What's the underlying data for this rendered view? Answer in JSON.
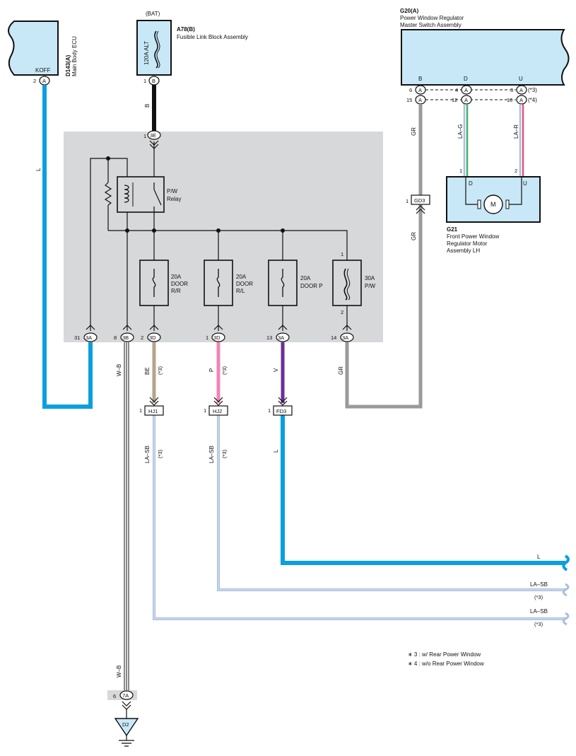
{
  "components": {
    "ecu": {
      "code": "D143(A)",
      "name": "Main Body ECU",
      "terminal": "KOFF",
      "pin": "2",
      "conn": "A"
    },
    "fusible_link": {
      "top_label": "(BAT)",
      "code": "A78(B)",
      "name": "Fusible Link Block Assembly",
      "fuse": "120A ALT",
      "pin": "1",
      "conn": "B"
    },
    "master_switch": {
      "code": "G20(A)",
      "name_line1": "Power Window Regulator",
      "name_line2": "Master Switch Assembly",
      "terminals": [
        "B",
        "D",
        "U"
      ],
      "row1": {
        "b_pin": "6",
        "d_pin": "4",
        "u_pin": "3",
        "note": "(*3)"
      },
      "row2": {
        "b_pin": "15",
        "d_pin": "12",
        "u_pin": "10",
        "note": "(*4)"
      },
      "conn": "A"
    },
    "motor": {
      "code": "G21",
      "name_line1": "Front Power Window",
      "name_line2": "Regulator Motor",
      "name_line3": "Assembly LH",
      "pin_d": "1",
      "pin_u": "2",
      "term_d": "D",
      "term_u": "U",
      "symbol": "M"
    },
    "relay": {
      "line1": "P/W",
      "line2": "Relay"
    },
    "fuses": [
      {
        "amps": "20A",
        "l2": "DOOR",
        "l3": "R/R"
      },
      {
        "amps": "20A",
        "l2": "DOOR",
        "l3": "R/L"
      },
      {
        "amps": "20A",
        "l2": "DOOR P",
        "l3": ""
      },
      {
        "amps": "30A",
        "l2": "P/W",
        "l3": "",
        "pin_top": "1",
        "pin_bottom": "2"
      }
    ],
    "ground": {
      "code": "D2"
    }
  },
  "junction_box": {
    "top_pin": "1",
    "top_conn": "3E",
    "bottom": [
      {
        "pin": "31",
        "conn": "3A"
      },
      {
        "pin": "8",
        "conn": "3B"
      },
      {
        "pin": "2",
        "conn": "3D"
      },
      {
        "pin": "1",
        "conn": "3D"
      },
      {
        "pin": "13",
        "conn": "3A"
      },
      {
        "pin": "14",
        "conn": "3A"
      }
    ]
  },
  "connectors": {
    "gd3": {
      "pin": "1",
      "name": "GD3"
    },
    "hj1": {
      "pin": "1",
      "name": "HJ1"
    },
    "hj2": {
      "pin": "1",
      "name": "HJ2"
    },
    "fd3": {
      "pin": "1",
      "name": "FD3"
    },
    "c7a": {
      "pin": "6",
      "name": "7A"
    }
  },
  "wires": {
    "ecu": "L",
    "fuse_link": "B",
    "gr_top": "GR",
    "gr_mid": "GR",
    "gr_bottom": "GR",
    "la_g": "LA–G",
    "la_r": "LA–R",
    "wb_top": "W–B",
    "wb_bottom": "W–B",
    "be": "BE",
    "p": "P",
    "v": "V",
    "la_sb_1": "LA–SB",
    "la_sb_2": "LA–SB",
    "l_door": "L",
    "right_l": "L",
    "right_lasb_1": "LA–SB",
    "right_lasb_2": "LA–SB",
    "note3": "(*3)"
  },
  "notes": {
    "n3": "∗ 3 : w/ Rear Power Window",
    "n4": "∗ 4 : w/o Rear Power Window"
  },
  "colors": {
    "L": "#0a9fe0",
    "B": "#111111",
    "GR": "#9a9a9a",
    "BE": "#b5a48c",
    "P": "#ee86b6",
    "V": "#6a2e9a",
    "LA_SB": "#a9bfdc",
    "component_fill": "#c8e8f7",
    "junction_fill": "#d7d8da"
  }
}
